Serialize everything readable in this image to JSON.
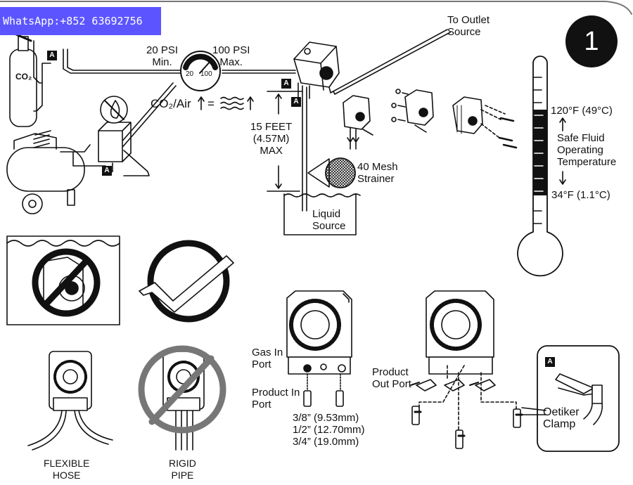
{
  "watermark": "WhatsApp:+852 63692756",
  "step_number": "1",
  "box_badge": "A",
  "co2_tank": {
    "label": "CO₂"
  },
  "gauge": {
    "min_label": "20 PSI\nMin.",
    "max_label": "100 PSI\nMax.",
    "low": "20",
    "high": "100"
  },
  "gas_legend": {
    "label": "CO₂/Air",
    "equals": "="
  },
  "outlet": {
    "label": "To Outlet\nSource"
  },
  "lift": {
    "label": "15 FEET\n(4.57M)\nMAX"
  },
  "strainer": {
    "label": "40 Mesh\nStrainer"
  },
  "liquid": {
    "label": "Liquid\nSource"
  },
  "thermometer": {
    "high": "120°F (49°C)",
    "range_label": "Safe Fluid\nOperating\nTemperature",
    "low": "34°F (1.1°C)"
  },
  "hoses": {
    "flexible": "FLEXIBLE\nHOSE",
    "rigid": "RIGID\nPIPE"
  },
  "ports": {
    "gas_in": "Gas In\nPort",
    "product_in": "Product In\nPort",
    "product_out": "Product\nOut Port"
  },
  "sizes": [
    "3/8” (9.53mm)",
    "1/2” (12.70mm)",
    "3/4” (19.0mm)"
  ],
  "clamp": {
    "label": "Oetiker\nClamp"
  }
}
